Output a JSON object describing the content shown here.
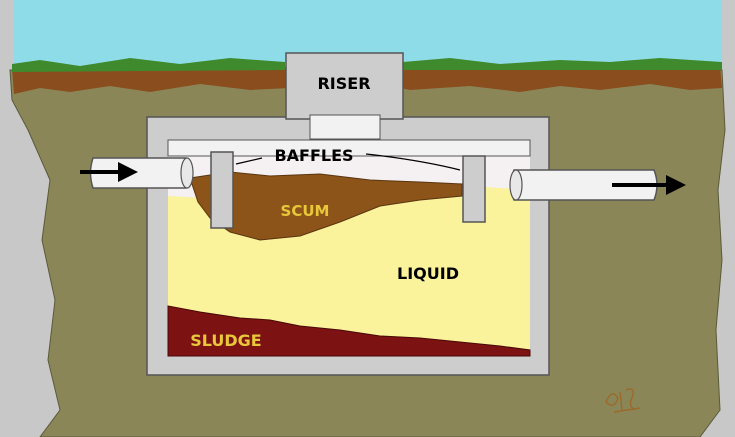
{
  "labels": {
    "riser": "RISER",
    "baffles": "BAFFLES",
    "scum": "SCUM",
    "liquid": "LIQUID",
    "sludge": "SLUDGE"
  },
  "colors": {
    "background": "#c8c8c8",
    "sky": "#8fdce9",
    "grass": "#3f8a2c",
    "topsoil": "#8a4d1e",
    "soil": "#8a8658",
    "concrete": "#cdcdcd",
    "concrete_outline": "#555555",
    "pipe": "#f2f2f2",
    "air_gap": "#f5f0f2",
    "scum": "#8c5418",
    "liquid": "#fbf29c",
    "sludge": "#7c1212",
    "label_dark": "#000000",
    "label_light": "#e8c83a",
    "arrow": "#000000",
    "signature": "#9b6a2a"
  },
  "icons": {
    "inlet_arrow": "right-arrow-icon",
    "outlet_arrow": "right-arrow-icon",
    "signature": "artist-signature-mark"
  }
}
